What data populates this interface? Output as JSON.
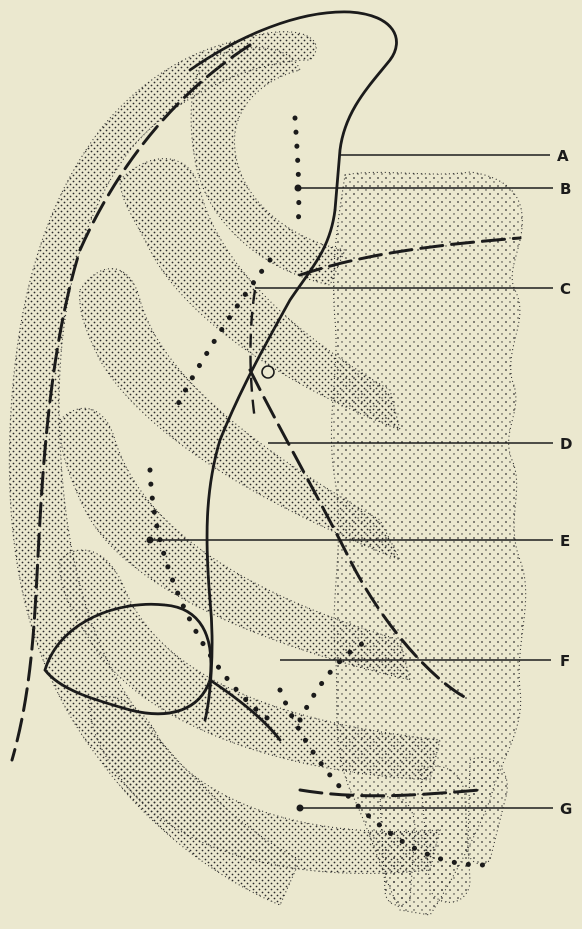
{
  "labels": {
    "A": "A",
    "B": "B",
    "C": "C",
    "D": "D",
    "E": "E",
    "F": "F",
    "G": "G"
  },
  "colors": {
    "paper": "#ebe8cf",
    "ink": "#1b1b1b"
  }
}
